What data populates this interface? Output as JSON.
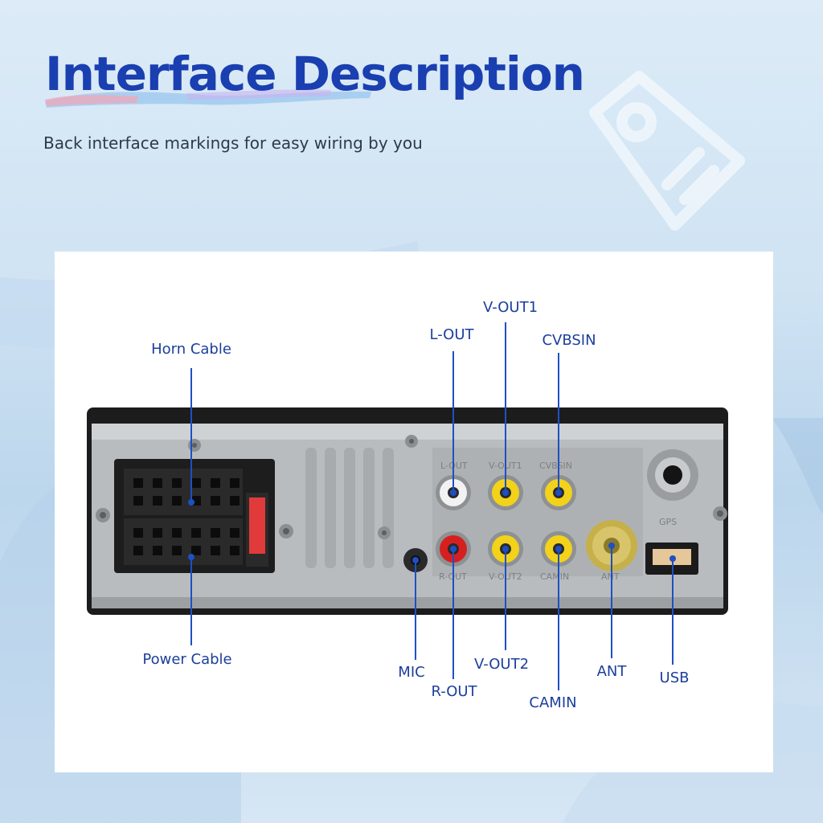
{
  "header": {
    "title": "Interface Description",
    "subtitle": "Back interface markings for easy wiring by you"
  },
  "colors": {
    "title": "#1a3fb0",
    "label": "#1c3f9c",
    "leader_line": "#1f4fc4",
    "panel_bg": "#ffffff",
    "rca_white": "#f2f2f2",
    "rca_red": "#d62020",
    "rca_yellow": "#f2d21a"
  },
  "icons": {
    "decor": "price-tag-icon"
  },
  "device": {
    "labels": {
      "horn_cable": "Horn Cable",
      "power_cable": "Power Cable",
      "l_out": "L-OUT",
      "v_out1": "V-OUT1",
      "cvbsin": "CVBSIN",
      "mic": "MIC",
      "r_out": "R-OUT",
      "v_out2": "V-OUT2",
      "camin": "CAMIN",
      "ant": "ANT",
      "usb": "USB"
    },
    "silkscreen": {
      "gps": "GPS",
      "l_out": "L-OUT",
      "v_out1": "V-OUT1",
      "cvbsin": "CVBSIN",
      "r_out": "R-OUT",
      "v_out2": "V-OUT2",
      "camin": "CAMIN",
      "ant": "ANT"
    }
  }
}
